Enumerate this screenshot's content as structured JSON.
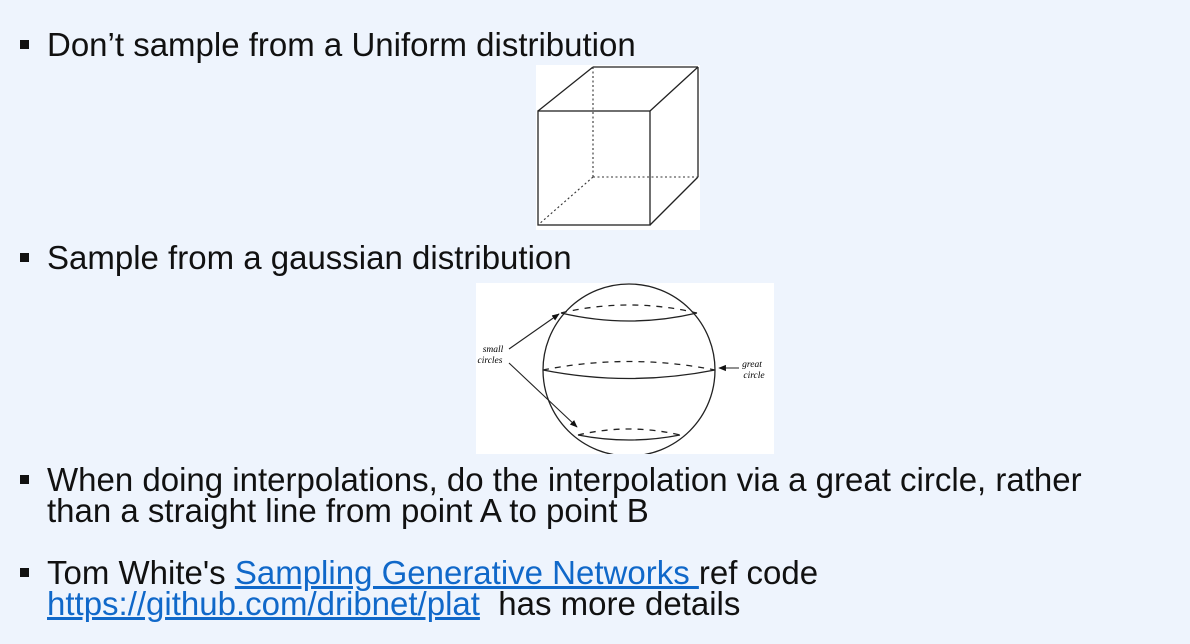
{
  "bullets": [
    {
      "text": "Don’t sample from a Uniform distribution"
    },
    {
      "text": "Sample from a gaussian distribution"
    },
    {
      "line1": "When doing interpolations, do the interpolation via a great circle, rather",
      "line2": "than a straight line from point A to point B"
    },
    {
      "prefix": "Tom White's ",
      "link_text": "Sampling Generative Networks ",
      "suffix": "ref code",
      "url_text": "https://github.com/dribnet/plat",
      "tail": "  has more details"
    }
  ],
  "sphere_figure": {
    "left_label_line1": "small",
    "left_label_line2": "circles",
    "right_label_line1": "great",
    "right_label_line2": "circle"
  },
  "colors": {
    "background": "#eef4fd",
    "link": "#1068c9",
    "text": "#111111"
  }
}
